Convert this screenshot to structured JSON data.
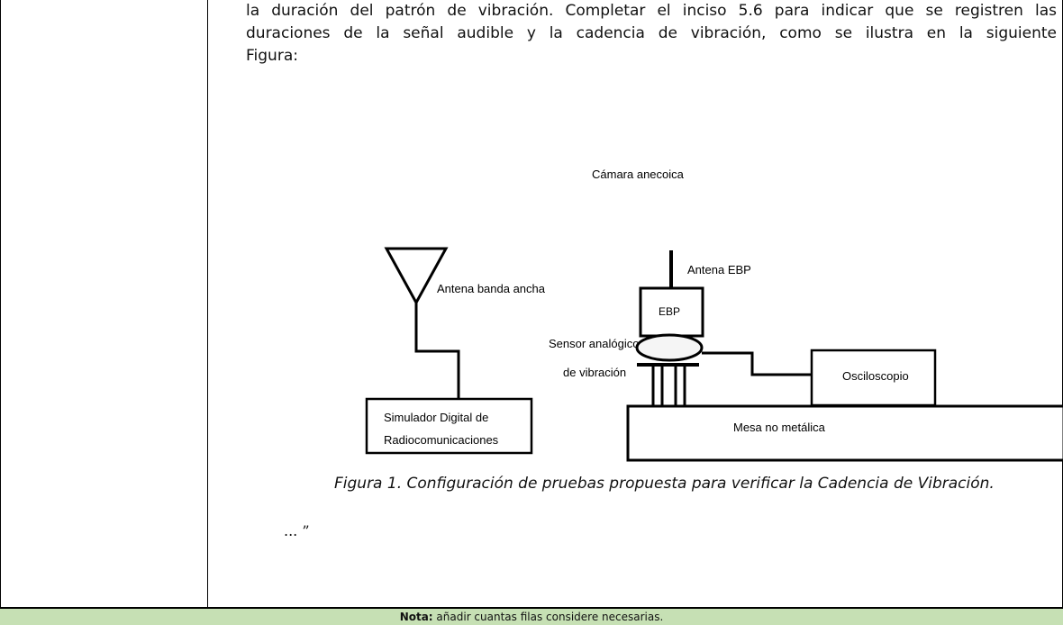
{
  "document": {
    "paragraph": {
      "line1": "la duración del patrón de vibración. Completar el inciso 5.6 para indicar que se registren las",
      "line2": "duraciones de la señal audible y la cadencia de vibración, como se ilustra en la siguiente",
      "line3": "Figura:"
    },
    "figure": {
      "chamber_label": "Cámara anecoica",
      "broadband_antenna_label": "Antena banda ancha",
      "ebp_antenna_label": "Antena EBP",
      "ebp_label": "EBP",
      "sensor_label_line1": "Sensor analógico",
      "sensor_label_line2": "de vibración",
      "simulator_label_line1": "Simulador Digital de",
      "simulator_label_line2": "Radiocomunicaciones",
      "oscilloscope_label": "Osciloscopio",
      "table_label": "Mesa no metálica",
      "caption": "Figura 1. Configuración de pruebas propuesta para verificar la Cadencia de Vibración."
    },
    "ellipsis": "... ”",
    "note": {
      "label": "Nota:",
      "text": " añadir cuantas filas considere necesarias."
    }
  }
}
